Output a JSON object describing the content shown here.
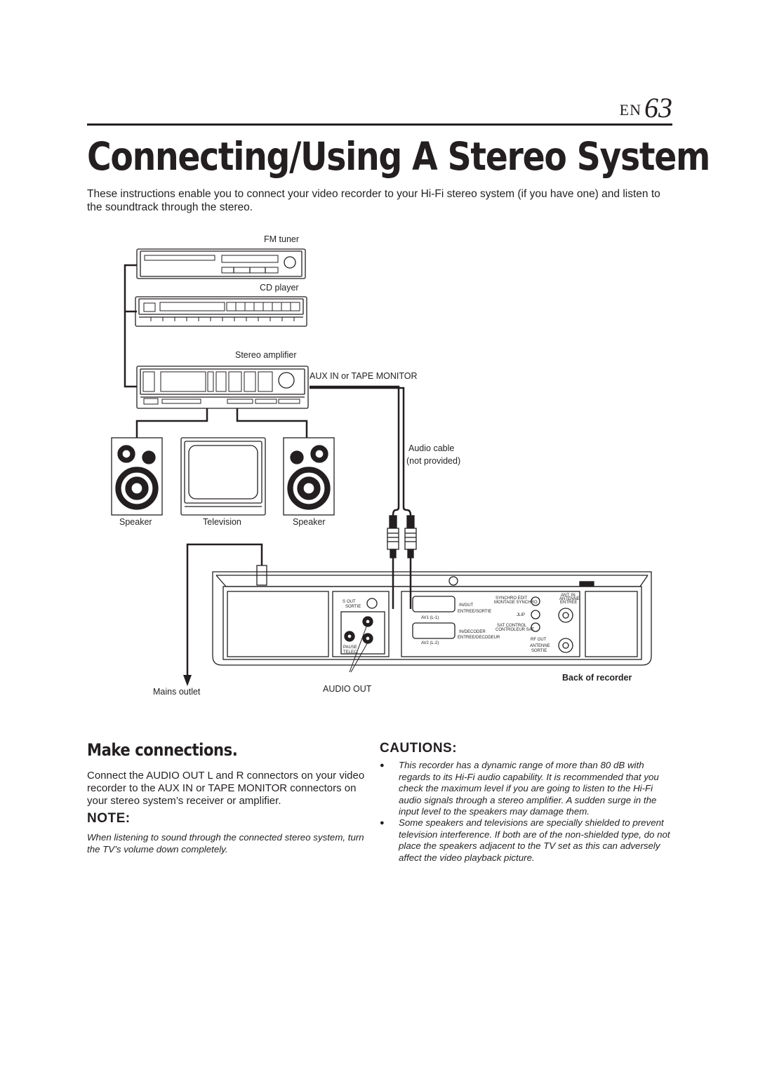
{
  "header": {
    "lang": "EN",
    "page_number": "63"
  },
  "title": "Connecting/Using A Stereo System",
  "intro": "These instructions enable you to connect your video recorder to your Hi-Fi stereo system (if you have one) and listen to the soundtrack through the stereo.",
  "diagram": {
    "fm_tuner": "FM tuner",
    "cd_player": "CD player",
    "stereo_amplifier": "Stereo amplifier",
    "aux_in": "AUX IN or TAPE MONITOR",
    "audio_cable": "Audio cable",
    "not_provided": "(not provided)",
    "speaker_left": "Speaker",
    "television": "Television",
    "speaker_right": "Speaker",
    "back_of_recorder": "Back of recorder",
    "mains_outlet": "Mains outlet",
    "audio_out": "AUDIO OUT",
    "panel": {
      "s_out": "S",
      "out": "OUT",
      "sortie": "SORTIE",
      "pause": "PAUSE",
      "telec": "TELEC.",
      "in_out": "IN/OUT",
      "entree_sortie": "ENTREE/SORTIE",
      "av1": "AV1 (L-1)",
      "in_decoder": "IN/DECODER",
      "entree_decodeur": "ENTREE/DECODEUR",
      "av2": "AV2 (L-2)",
      "synchro_edit": "SYNCHRO EDIT",
      "montage_synchro": "MONTAGE SYNCHRO",
      "jlip": "JLIP",
      "sat_control": "SAT CONTROL",
      "controleur_sat": "CONTROLEUR SAT",
      "rf_out": "RF OUT",
      "antenne": "ANTENNE",
      "sortie2": "SORTIE",
      "ant_in": "ANT. IN",
      "antenne_entree": "ANTENNE",
      "entree": "ENTREE"
    }
  },
  "make_connections": {
    "heading": "Make connections.",
    "body": "Connect the AUDIO OUT L and R connectors on your video recorder to the AUX IN or TAPE MONITOR connectors on your stereo system’s receiver or amplifier."
  },
  "note": {
    "heading": "NOTE:",
    "body": "When listening to sound through the connected stereo system, turn the TV’s volume down completely."
  },
  "cautions": {
    "heading": "CAUTIONS:",
    "bullet": "●",
    "items": [
      "This recorder has a dynamic range of more than 80 dB with regards to its Hi-Fi audio capability. It is recommended that you check the maximum level if you are going to listen to the Hi-Fi audio signals through a stereo amplifier. A sudden surge in the input level to the speakers may damage them.",
      "Some speakers and televisions are specially shielded to prevent television interference. If both are of the non-shielded type, do not place the speakers adjacent to the TV set as this can adversely affect the video playback picture."
    ]
  }
}
